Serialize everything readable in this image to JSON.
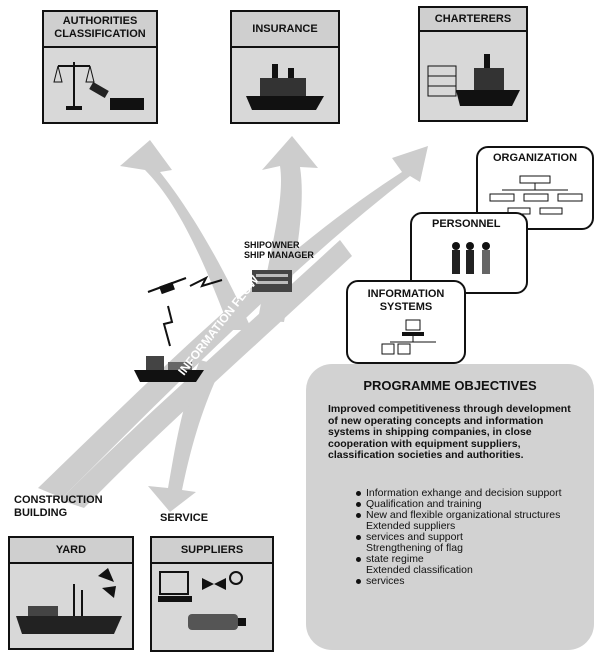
{
  "boxes": {
    "authorities": "AUTHORITIES\nCLASSIFICATION",
    "insurance": "INSURANCE",
    "charterers": "CHARTERERS",
    "yard": "YARD",
    "suppliers": "SUPPLIERS"
  },
  "stack": {
    "organization": "ORGANIZATION",
    "personnel": "PERSONNEL",
    "information_systems": "INFORMATION\nSYSTEMS"
  },
  "labels": {
    "shipowner": "SHIPOWNER\nSHIP MANAGER",
    "information_flow": "INFORMATION FLOW",
    "construction": "CONSTRUCTION\nBUILDING",
    "service": "SERVICE"
  },
  "objectives": {
    "title": "PROGRAMME OBJECTIVES",
    "intro": "Improved competitiveness through development of new operating concepts and information systems in shipping companies, in close cooperation with equipment suppliers, classification societies and authorities.",
    "items": [
      {
        "text": "Information exhange and decision support",
        "bullet": true
      },
      {
        "text": "Qualification and training",
        "bullet": true
      },
      {
        "text": "New and flexible organizational structures",
        "bullet": true
      },
      {
        "text": "Extended suppliers",
        "bullet": false
      },
      {
        "text": "services and support",
        "bullet": true
      },
      {
        "text": "Strengthening of flag",
        "bullet": false
      },
      {
        "text": "state regime",
        "bullet": true
      },
      {
        "text": "Extended classification",
        "bullet": false
      },
      {
        "text": "services",
        "bullet": true
      }
    ]
  }
}
